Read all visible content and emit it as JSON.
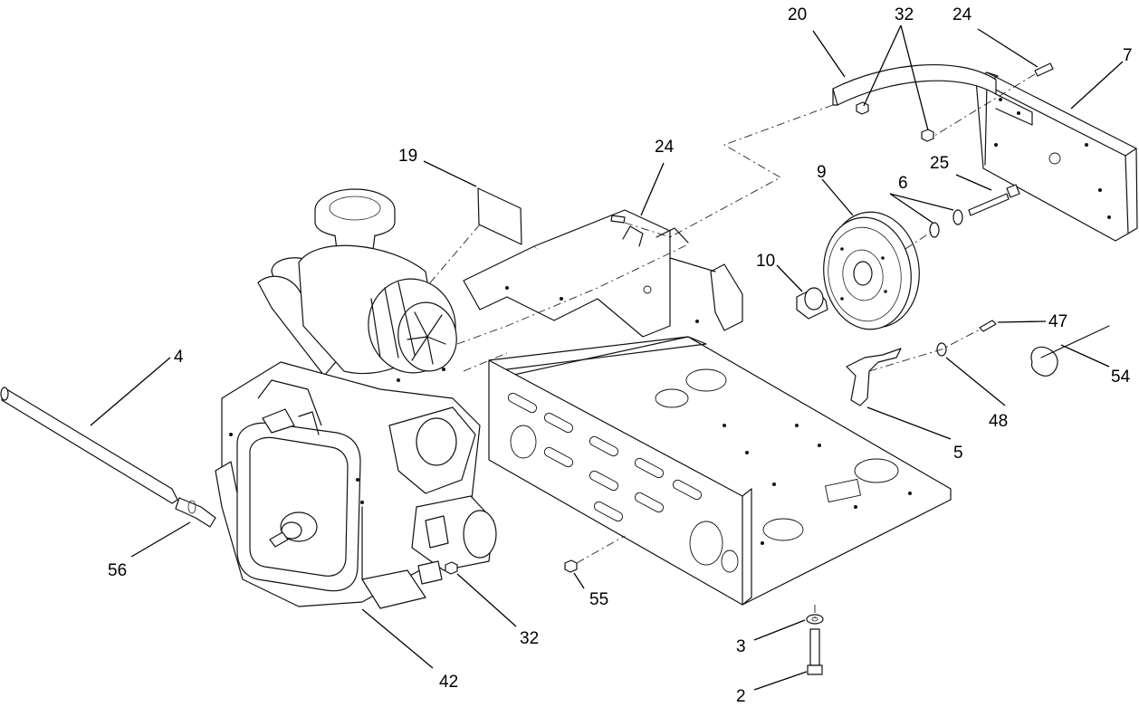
{
  "callouts": {
    "c20": "20",
    "c32_top": "32",
    "c24_top": "24",
    "c7": "7",
    "c19": "19",
    "c24_mid": "24",
    "c9": "9",
    "c25": "25",
    "c6": "6",
    "c10": "10",
    "c47": "47",
    "c54": "54",
    "c48": "48",
    "c5": "5",
    "c4": "4",
    "c56": "56",
    "c55": "55",
    "c32_bot": "32",
    "c3": "3",
    "c2": "2",
    "c42": "42"
  }
}
